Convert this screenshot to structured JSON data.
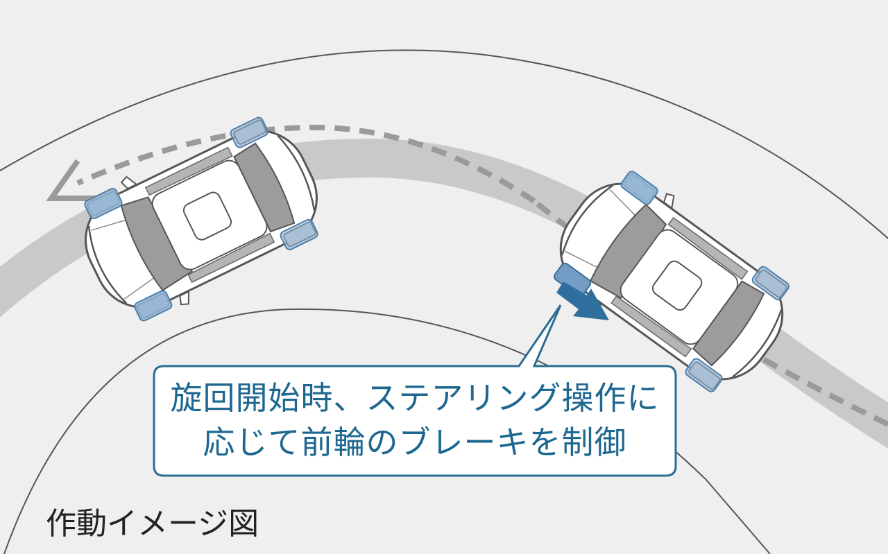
{
  "callout": {
    "line1": "旋回開始時、ステアリング操作に",
    "line2": "応じて前輪のブレーキを制御"
  },
  "caption": "作動イメージ図",
  "colors": {
    "background": "#efefef",
    "road_edge": "#555555",
    "track_band": "#c8c8c8",
    "path_dash": "#9a9a9a",
    "brake_highlight": "#8fb4d6",
    "force_arrow": "#2e6f9e",
    "callout_border": "#2a6d92",
    "callout_text": "#1d6790",
    "car_body": "#ffffff",
    "car_outline": "#555555"
  },
  "icons": {
    "vehicle_before": "car-top-view-icon",
    "vehicle_after": "car-top-view-icon",
    "yaw_force": "force-arrow-icon",
    "path_direction": "dashed-arrow-icon"
  }
}
